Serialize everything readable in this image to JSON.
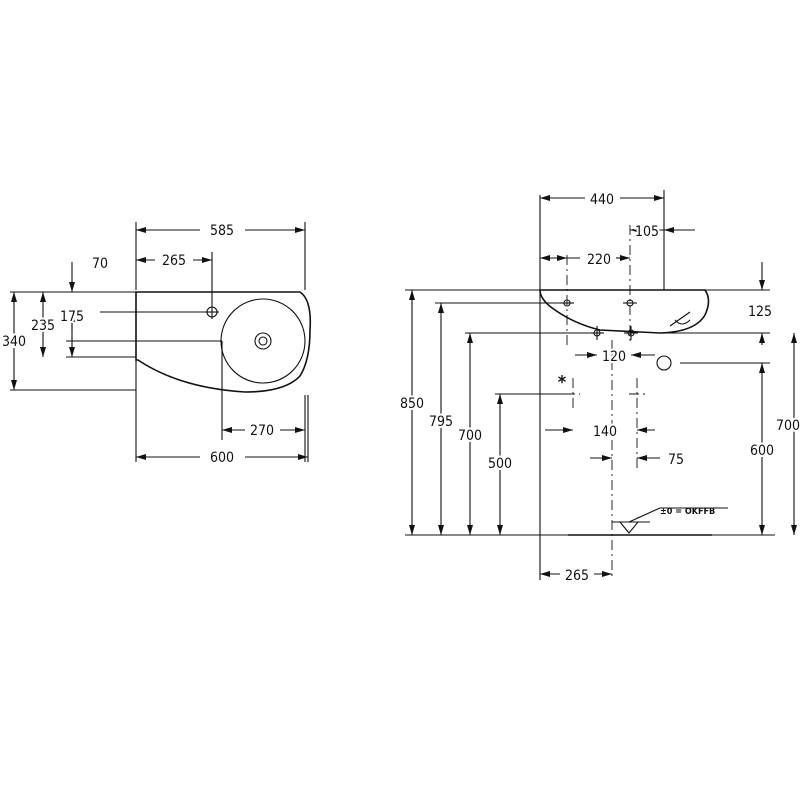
{
  "colors": {
    "line": "#111111",
    "background": "#ffffff"
  },
  "top_view": {
    "dims": {
      "width_top": "585",
      "faucet_offset": "265",
      "overflow_offset": "70",
      "depth_total": "340",
      "depth_235": "235",
      "depth_175": "175",
      "drain_offset": "270",
      "width_total": "600"
    }
  },
  "side_view": {
    "dims": {
      "width_440": "440",
      "offset_105": "105",
      "offset_220": "220",
      "drop_125": "125",
      "spacing_120": "120",
      "spacing_140": "140",
      "offset_75": "75",
      "height_850": "850",
      "height_795": "795",
      "height_700_left": "700",
      "height_500": "500",
      "height_700_right": "700",
      "height_600": "600",
      "offset_265": "265"
    },
    "asterisk": "*",
    "floor_label": "±0 = OKFFB"
  }
}
